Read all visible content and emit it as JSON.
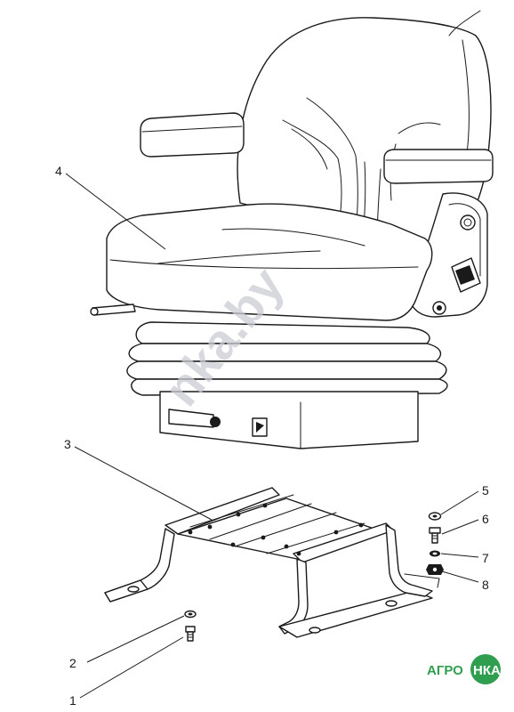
{
  "watermark": "nka.by",
  "callouts": [
    {
      "id": "1",
      "label": "1",
      "part": "bolt"
    },
    {
      "id": "2",
      "label": "2",
      "part": "washer"
    },
    {
      "id": "3",
      "label": "3",
      "part": "mounting-frame"
    },
    {
      "id": "4",
      "label": "4",
      "part": "seat-assembly"
    },
    {
      "id": "5",
      "label": "5",
      "part": "washer"
    },
    {
      "id": "6",
      "label": "6",
      "part": "bolt"
    },
    {
      "id": "7",
      "label": "7",
      "part": "lock-washer"
    },
    {
      "id": "8",
      "label": "8",
      "part": "nut"
    }
  ],
  "logo": {
    "left": "АГРО",
    "right": "НКА",
    "colors": {
      "left": "#2f9e4f",
      "circle": "#2f9e4f"
    }
  }
}
